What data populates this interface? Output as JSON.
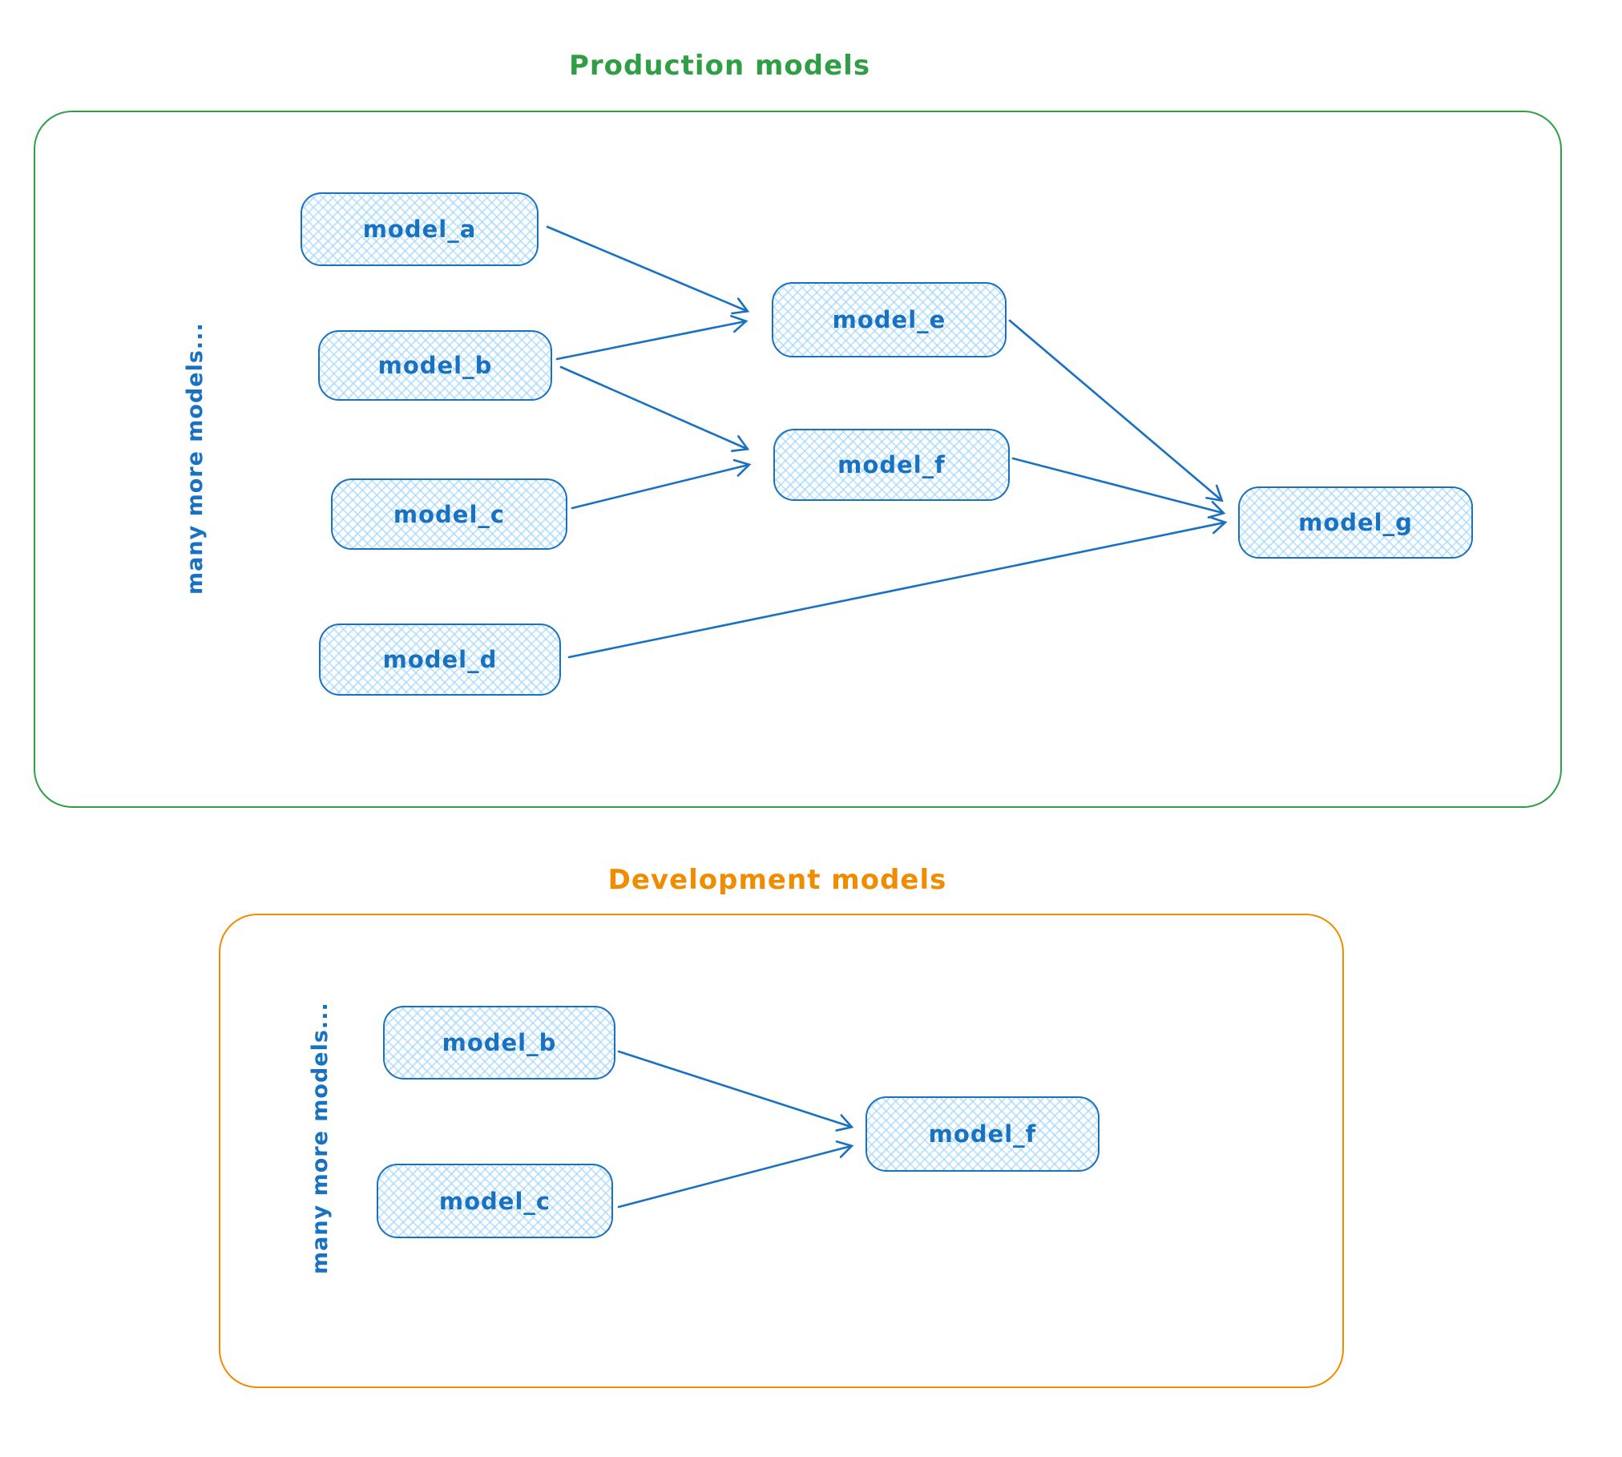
{
  "colors": {
    "node_stroke": "#1971c2",
    "node_fill": "#a5d8ff",
    "arrow": "#1971c2",
    "production_accent": "#2f9e44",
    "development_accent": "#f08c00",
    "background": "#ffffff"
  },
  "production": {
    "title": "Production models",
    "side_label": "many more models...",
    "nodes": [
      "model_a",
      "model_b",
      "model_c",
      "model_d",
      "model_e",
      "model_f",
      "model_g"
    ],
    "edges": [
      {
        "from": "model_a",
        "to": "model_e"
      },
      {
        "from": "model_b",
        "to": "model_e"
      },
      {
        "from": "model_b",
        "to": "model_f"
      },
      {
        "from": "model_c",
        "to": "model_f"
      },
      {
        "from": "model_e",
        "to": "model_g"
      },
      {
        "from": "model_f",
        "to": "model_g"
      },
      {
        "from": "model_d",
        "to": "model_g"
      }
    ]
  },
  "development": {
    "title": "Development models",
    "side_label": "many more models...",
    "nodes": [
      "model_b",
      "model_c",
      "model_f"
    ],
    "edges": [
      {
        "from": "model_b",
        "to": "model_f"
      },
      {
        "from": "model_c",
        "to": "model_f"
      }
    ]
  }
}
